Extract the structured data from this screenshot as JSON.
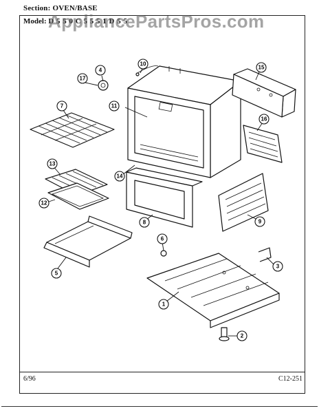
{
  "header": {
    "section_label": "Section:",
    "section_value": "OVEN/BASE",
    "model_label": "Model:",
    "model_numbers": "D  5  5 0  C  5 5  5  1  D  5  5"
  },
  "watermark": "AppliancePartsPros.com",
  "footer": {
    "date": "6/96",
    "page_code": "C12-251"
  },
  "callouts": [
    {
      "id": "1",
      "name": "callout-1"
    },
    {
      "id": "2",
      "name": "callout-2"
    },
    {
      "id": "3",
      "name": "callout-3"
    },
    {
      "id": "4",
      "name": "callout-4"
    },
    {
      "id": "5",
      "name": "callout-5"
    },
    {
      "id": "6",
      "name": "callout-6"
    },
    {
      "id": "7",
      "name": "callout-7"
    },
    {
      "id": "8",
      "name": "callout-8-lower-panel"
    },
    {
      "id": "9",
      "name": "callout-9"
    },
    {
      "id": "10",
      "name": "callout-10"
    },
    {
      "id": "11",
      "name": "callout-11"
    },
    {
      "id": "12",
      "name": "callout-12"
    },
    {
      "id": "13",
      "name": "callout-13"
    },
    {
      "id": "14",
      "name": "callout-14"
    },
    {
      "id": "15",
      "name": "callout-15"
    },
    {
      "id": "16",
      "name": "callout-16"
    },
    {
      "id": "17",
      "name": "callout-17"
    }
  ]
}
